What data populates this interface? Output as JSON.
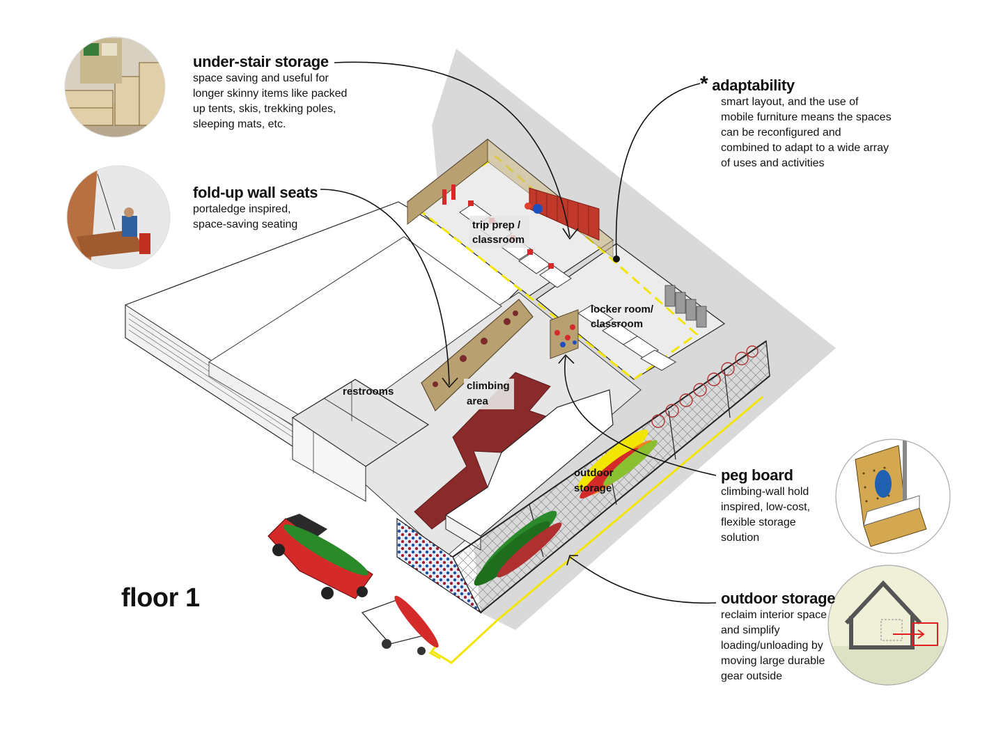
{
  "floor_label": "floor 1",
  "callouts": {
    "under_stair": {
      "title": "under-stair storage",
      "lines": [
        "space saving and useful for",
        "longer skinny items like packed",
        "up tents, skis, trekking poles,",
        "sleeping mats, etc."
      ]
    },
    "fold_up": {
      "title": "fold-up wall seats",
      "lines": [
        "portaledge inspired,",
        "space-saving seating"
      ]
    },
    "adaptability": {
      "star": "*",
      "title": "adaptability",
      "lines": [
        "smart layout, and the use of",
        "mobile furniture means the spaces",
        "can be reconfigured and",
        "combined to adapt to a wide array",
        "of uses and activities"
      ]
    },
    "peg_board": {
      "title": "peg board",
      "lines": [
        "climbing-wall hold",
        "inspired, low-cost,",
        "flexible storage",
        "solution"
      ]
    },
    "outdoor_storage": {
      "title": "outdoor storage",
      "lines": [
        "reclaim interior space",
        "and simplify",
        "loading/unloading by",
        "moving large durable",
        "gear outside"
      ]
    }
  },
  "rooms": {
    "trip_prep_1": "trip prep /",
    "trip_prep_2": "classroom",
    "locker_1": "locker room/",
    "locker_2": "classroom",
    "restrooms": "restrooms",
    "climbing_1": "climbing",
    "climbing_2": "area",
    "outdoor_1": "outdoor",
    "outdoor_2": "storage"
  },
  "colors": {
    "wall_fill": "#ffffff",
    "floor_fill": "#e6e6e6",
    "shadow": "#d9d9d9",
    "climbing_red": "#8b2a2a",
    "wood": "#b8a070",
    "dash_yellow": "#f2e600",
    "truck_red": "#d42a2a",
    "kayak_green": "#2a8a2a"
  }
}
